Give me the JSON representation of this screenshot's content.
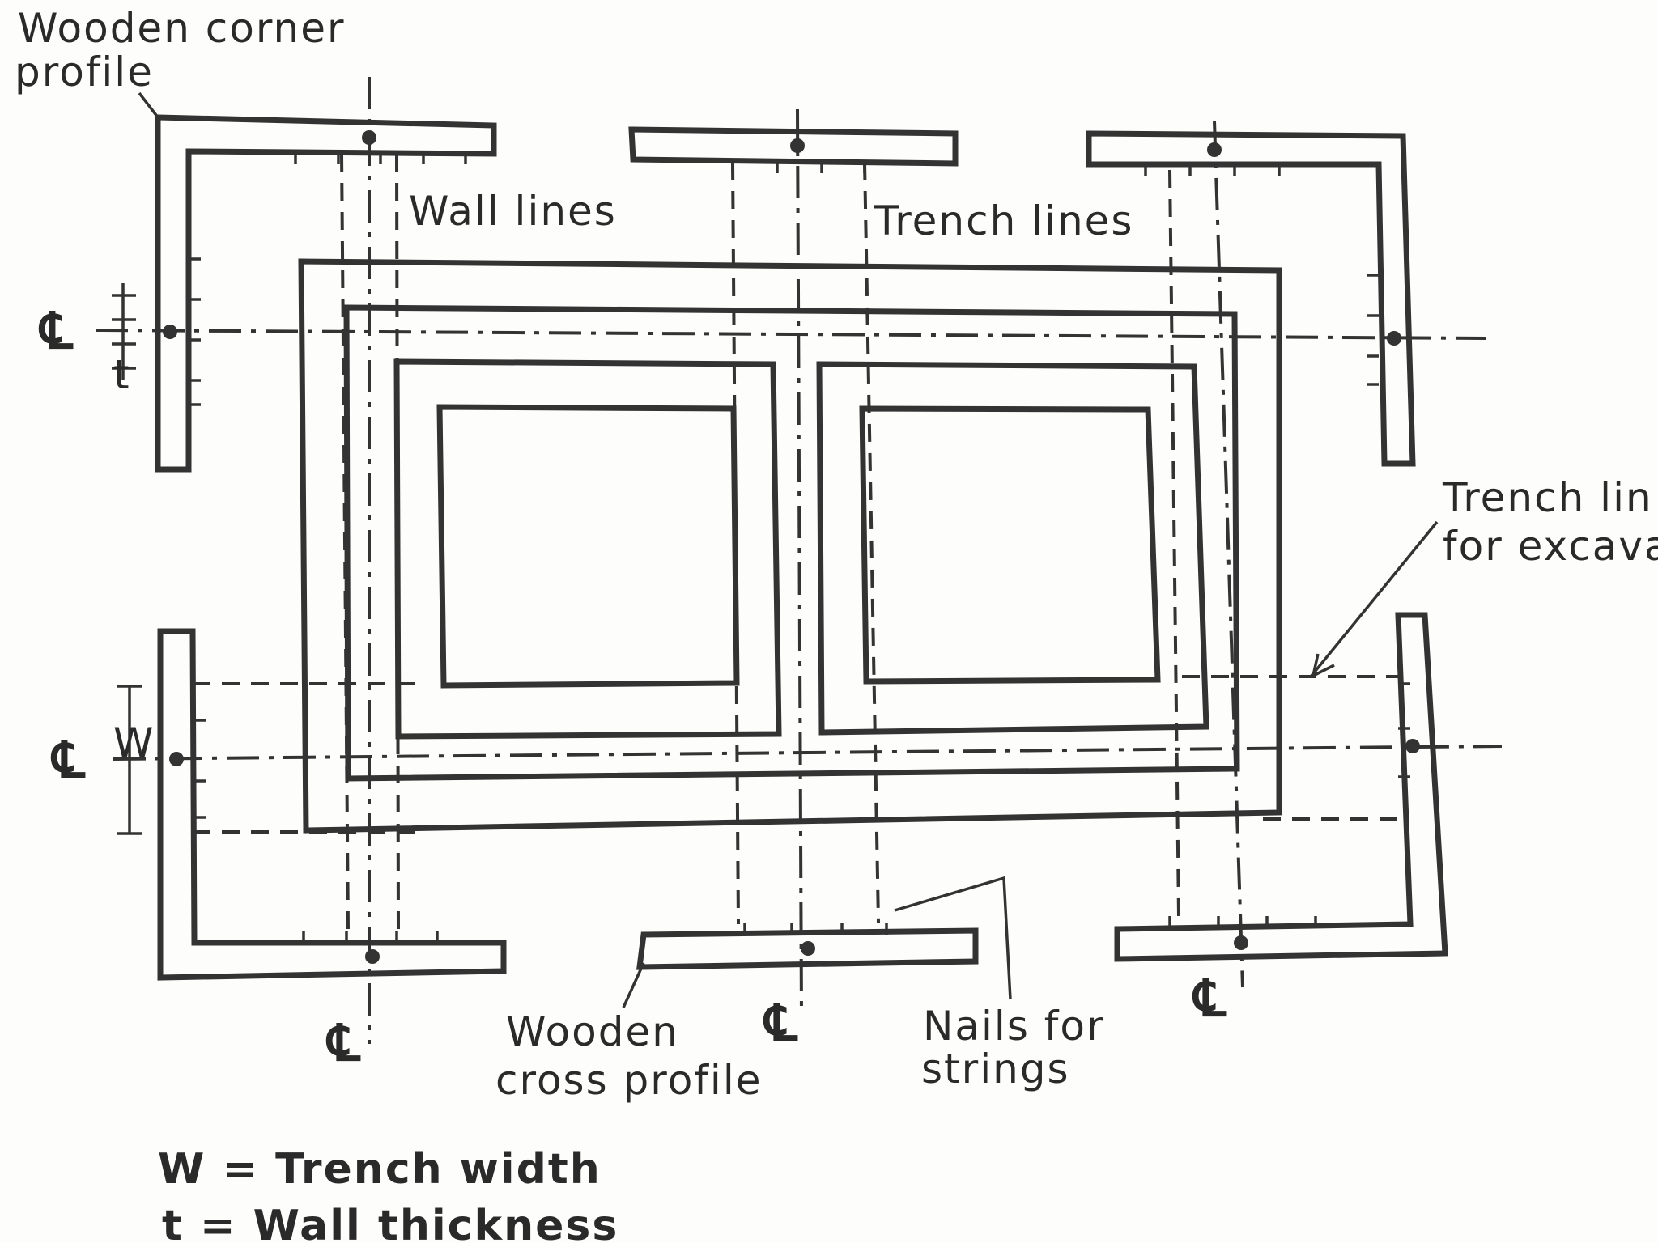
{
  "diagram": {
    "labels": {
      "wooden_corner_profile_line1": "Wooden corner",
      "wooden_corner_profile_line2": "profile",
      "wall_lines": "Wall lines",
      "trench_lines": "Trench lines",
      "trench_lines_excavation_line1": "Trench lin",
      "trench_lines_excavation_line2": "for excava",
      "wooden_cross_profile_line1": "Wooden",
      "wooden_cross_profile_line2": "cross profile",
      "nails_for_strings_line1": "Nails for",
      "nails_for_strings_line2": "strings",
      "dim_t": "t",
      "dim_w": "W",
      "centerline_symbol": "℄"
    },
    "legend": [
      "W = Trench width",
      "t = Wall thickness"
    ]
  }
}
